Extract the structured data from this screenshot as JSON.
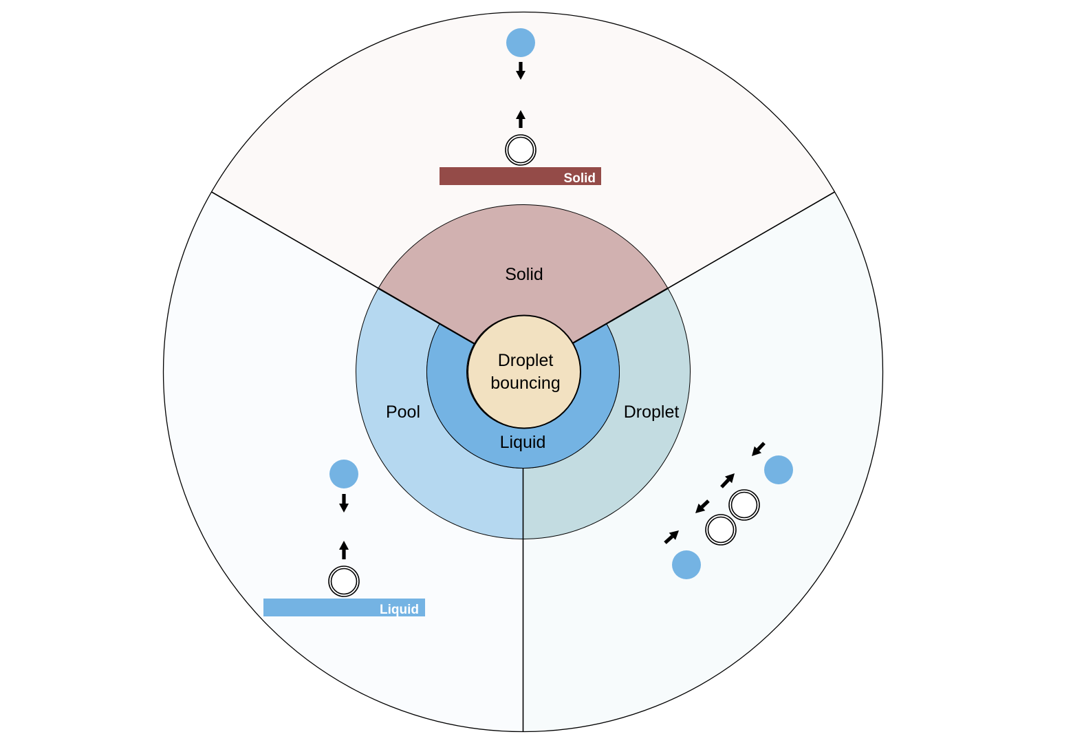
{
  "diagram": {
    "center_label": [
      "Droplet",
      "bouncing"
    ],
    "inner_ring": {
      "label": "Liquid",
      "color": "#74b3e3"
    },
    "middle_ring": [
      {
        "id": "solid",
        "label": "Solid",
        "color": "#d1b1b0"
      },
      {
        "id": "pool",
        "label": "Pool",
        "color": "#b5d8f0"
      },
      {
        "id": "droplet",
        "label": "Droplet",
        "color": "#c3dce1"
      }
    ],
    "outer_sectors": [
      {
        "id": "solid",
        "color": "#fcf9f8",
        "substrate_label": "Solid",
        "substrate_color": "#944b48"
      },
      {
        "id": "pool",
        "color": "#fafcfe",
        "substrate_label": "Liquid",
        "substrate_color": "#74b3e3"
      },
      {
        "id": "droplet",
        "color": "#f7fbfc"
      }
    ],
    "colors": {
      "center": "#f2e1c1",
      "droplet": "#74b3e3",
      "stroke": "#000000"
    }
  }
}
